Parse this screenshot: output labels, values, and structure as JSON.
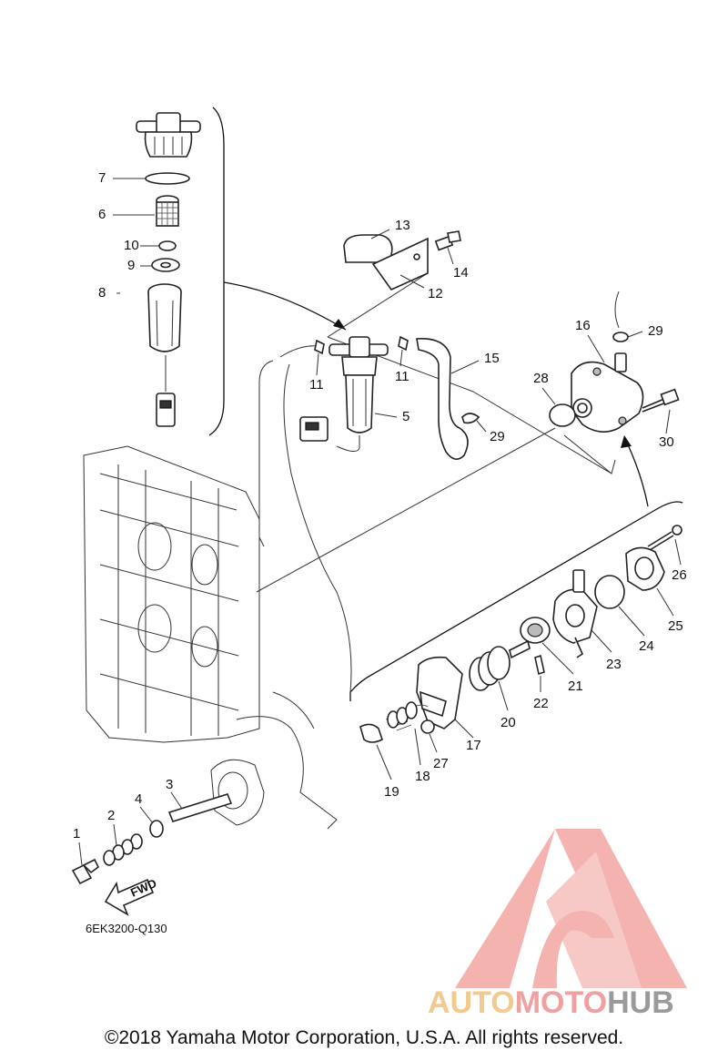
{
  "diagram": {
    "code": "6EK3200-Q130",
    "fwd_label": "FWD",
    "callouts": [
      "1",
      "2",
      "3",
      "4",
      "5",
      "6",
      "7",
      "8",
      "9",
      "10",
      "11",
      "11",
      "12",
      "13",
      "14",
      "15",
      "16",
      "17",
      "18",
      "19",
      "20",
      "21",
      "22",
      "23",
      "24",
      "25",
      "26",
      "27",
      "28",
      "29",
      "29",
      "30"
    ]
  },
  "watermark": {
    "brand_part1": "AUTO",
    "brand_part2": "MOTO",
    "brand_part3": "HUB",
    "colors": {
      "auto": "#f4c98d",
      "moto": "#f0a0a0",
      "hub": "#9a9a9a",
      "logo": "#f29a96"
    }
  },
  "footer": {
    "copyright": "©2018 Yamaha Motor Corporation, U.S.A. All rights reserved."
  }
}
